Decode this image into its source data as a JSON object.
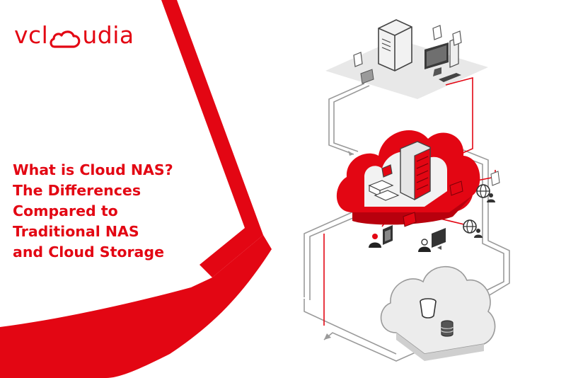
{
  "brand": {
    "logo_left": "vcl",
    "logo_right": "udia",
    "accent_color": "#e30613"
  },
  "headline": {
    "lines": [
      "What is Cloud NAS?",
      "The Differences",
      "Compared to",
      "Traditional NAS",
      "and Cloud Storage"
    ]
  },
  "illustration": {
    "icons": [
      "server-tower-icon",
      "desktop-computer-icon",
      "document-icon",
      "folder-icon",
      "cloud-nas-icon",
      "server-rack-icon",
      "globe-user-icon",
      "user-laptop-icon",
      "user-monitor-icon",
      "storage-cloud-icon",
      "bucket-icon",
      "database-icon"
    ]
  }
}
